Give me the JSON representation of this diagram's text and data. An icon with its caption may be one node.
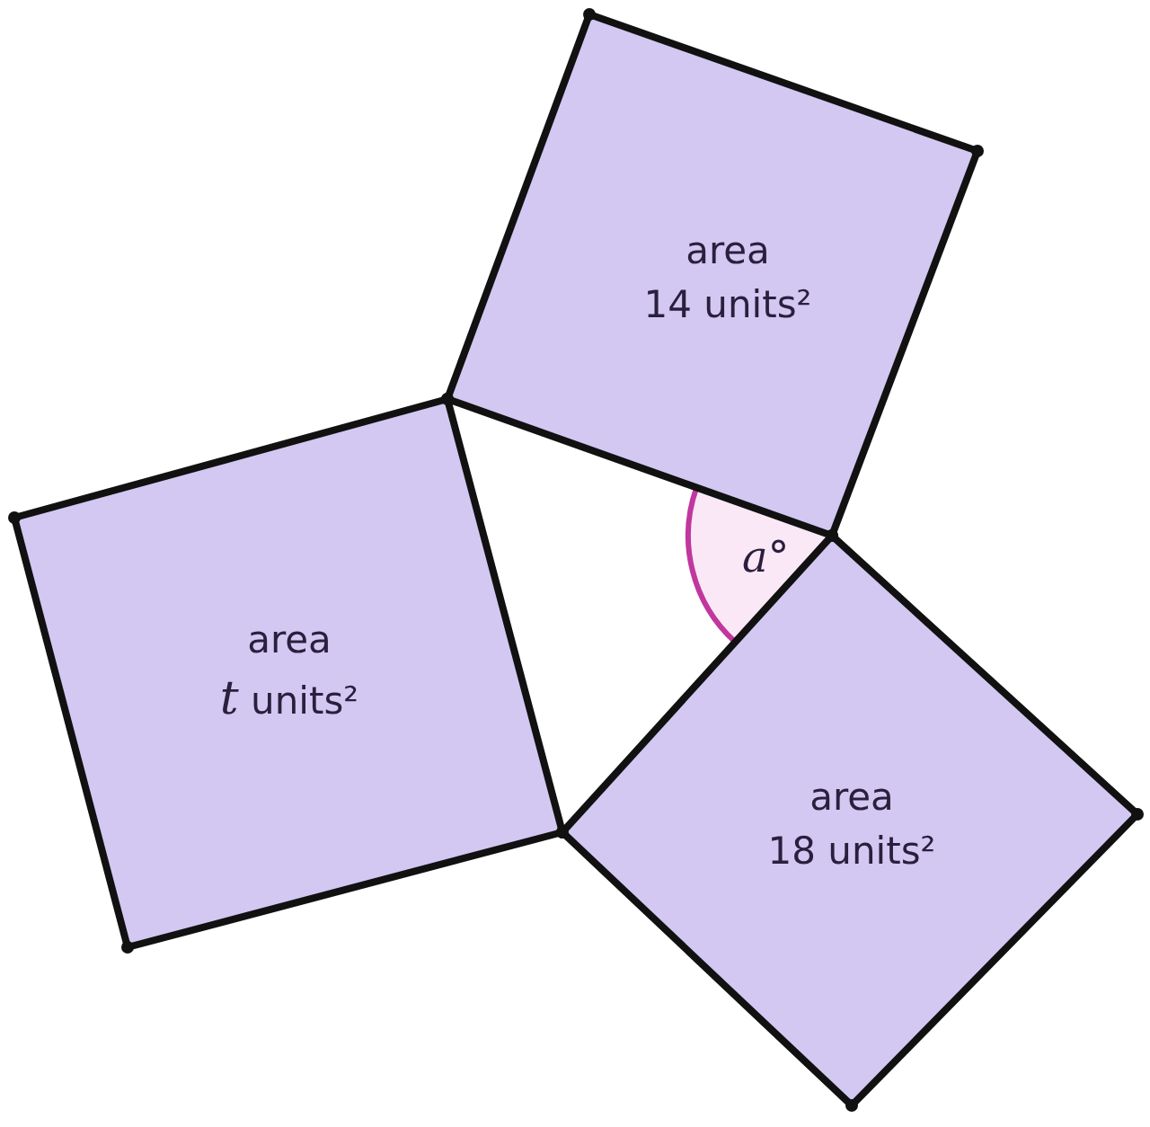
{
  "diagram": {
    "nodes": [
      {
        "text": [
          "area",
          "14 units²"
        ]
      },
      {
        "text": [
          "area",
          "*t* units²"
        ]
      },
      {
        "text": [
          "area",
          "18 units²"
        ]
      }
    ],
    "labels": [
      "a°"
    ]
  }
}
